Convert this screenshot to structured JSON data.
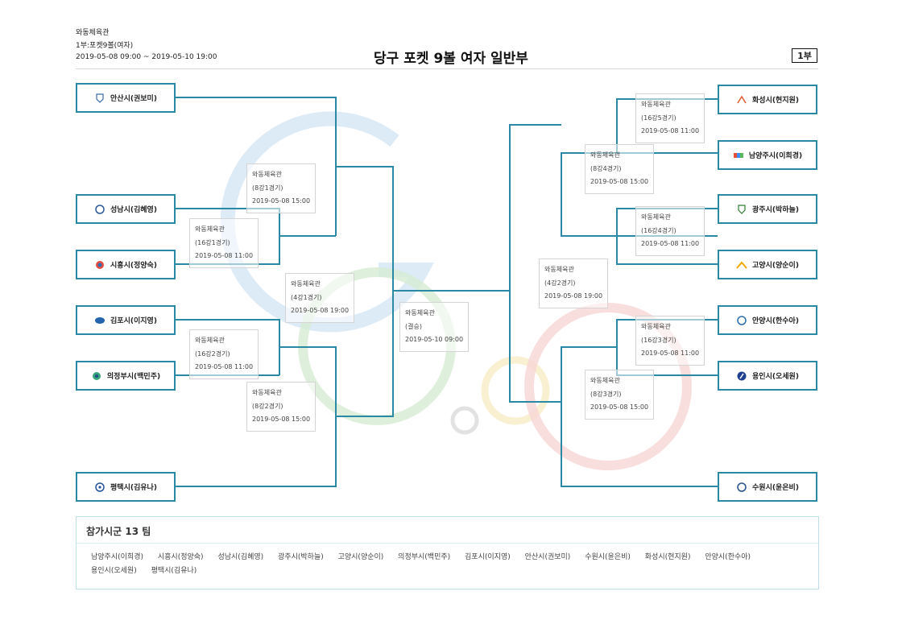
{
  "header": {
    "venue": "와동체육관",
    "division_event": "1부:포켓9볼(여자)",
    "period": "2019-05-08 09:00 ~ 2019-05-10 19:00",
    "title": "당구 포켓 9볼 여자 일반부",
    "division_badge": "1부"
  },
  "teams": {
    "ansan": "안산시(권보미)",
    "seongnam": "성남시(김혜영)",
    "siheung": "시흥시(정양숙)",
    "gimpo": "김포시(이지영)",
    "uijeongbu": "의정부시(백민주)",
    "pyeongtaek": "평택시(김유나)",
    "hwaseong": "화성시(현지원)",
    "namyangju": "남양주시(이희경)",
    "gwangju": "광주시(박하늘)",
    "goyang": "고양시(양순이)",
    "anyang": "안양시(한수아)",
    "yongin": "용인시(오세원)",
    "suwon": "수원시(윤은비)"
  },
  "matches": {
    "r16_1": {
      "venue": "와동체육관",
      "round": "(16강1경기)",
      "time": "2019-05-08 11:00"
    },
    "r16_2": {
      "venue": "와동체육관",
      "round": "(16강2경기)",
      "time": "2019-05-08 11:00"
    },
    "r16_3": {
      "venue": "와동체육관",
      "round": "(16강3경기)",
      "time": "2019-05-08 11:00"
    },
    "r16_4": {
      "venue": "와동체육관",
      "round": "(16강4경기)",
      "time": "2019-05-08 11:00"
    },
    "r16_5": {
      "venue": "와동체육관",
      "round": "(16강5경기)",
      "time": "2019-05-08 11:00"
    },
    "qf_1": {
      "venue": "와동체육관",
      "round": "(8강1경기)",
      "time": "2019-05-08 15:00"
    },
    "qf_2": {
      "venue": "와동체육관",
      "round": "(8강2경기)",
      "time": "2019-05-08 15:00"
    },
    "qf_3": {
      "venue": "와동체육관",
      "round": "(8강3경기)",
      "time": "2019-05-08 15:00"
    },
    "qf_4": {
      "venue": "와동체육관",
      "round": "(8강4경기)",
      "time": "2019-05-08 15:00"
    },
    "sf_1": {
      "venue": "와동체육관",
      "round": "(4강1경기)",
      "time": "2019-05-08 19:00"
    },
    "sf_2": {
      "venue": "와동체육관",
      "round": "(4강2경기)",
      "time": "2019-05-08 19:00"
    },
    "final": {
      "venue": "와동체육관",
      "round": "(결승)",
      "time": "2019-05-10 09:00"
    }
  },
  "summary": {
    "title": "참가시군 13 팀",
    "participants": [
      "남양주시(이희경)",
      "시흥시(정양숙)",
      "성남시(김혜영)",
      "광주시(박하늘)",
      "고양시(양순이)",
      "의정부시(백민주)",
      "김포시(이지영)",
      "안산시(권보미)",
      "수원시(윤은비)",
      "화성시(현지원)",
      "안양시(한수아)",
      "용인시(오세원)",
      "평택시(김유나)"
    ]
  },
  "colors": {
    "bracket": "#2a89a4",
    "card_border": "#d4d4d4",
    "summary_border": "#bfe0e8"
  }
}
